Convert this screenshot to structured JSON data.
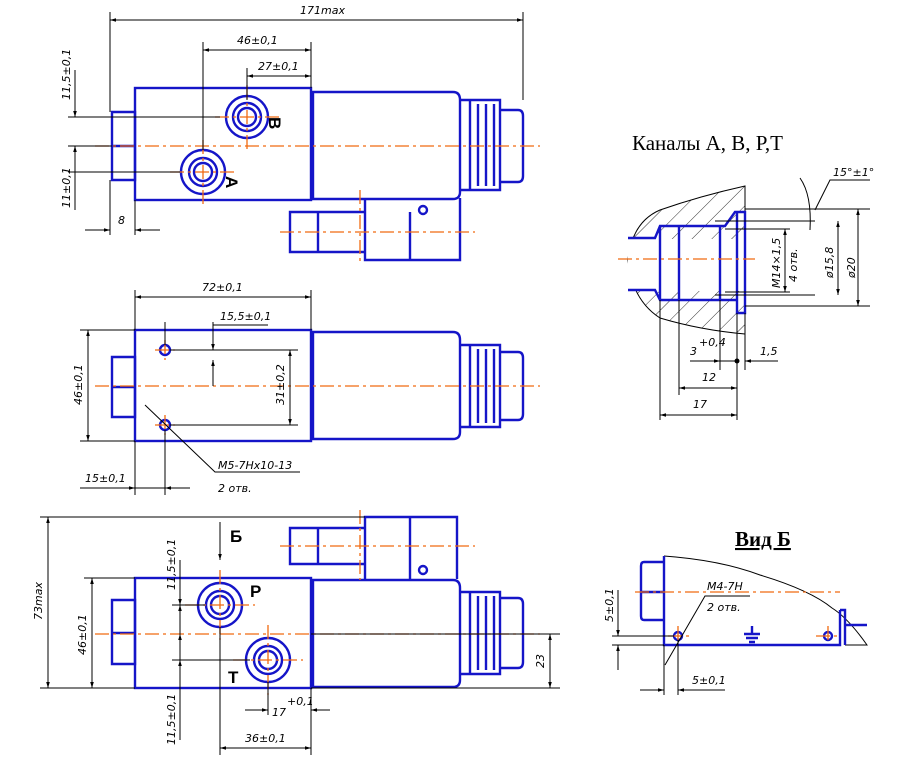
{
  "view_top": {
    "dims": {
      "overall": "171max",
      "d46": "46±0,1",
      "d27": "27±0,1",
      "d11_5": "11,5±0,1",
      "d11": "11±0,1",
      "d8": "8"
    },
    "ports": {
      "b": "В",
      "a": "А"
    }
  },
  "view_middle": {
    "dims": {
      "d72": "72±0,1",
      "d15_5": "15,5±0,1",
      "d46": "46±0,1",
      "d31": "31±0,2",
      "d15": "15±0,1"
    },
    "thread_note": {
      "line1": "M5-7Hx10-13",
      "line2": "2 отв."
    }
  },
  "view_bottom": {
    "dims": {
      "d73": "73max",
      "d46": "46±0,1",
      "d23": "23",
      "d11_5_top": "11,5±0,1",
      "d11_5_bottom": "11,5±0,1",
      "d17": "17",
      "d17_tol": "+0,1",
      "d36": "36±0,1"
    },
    "ports": {
      "p": "P",
      "t": "T"
    },
    "view_arrow": "Б"
  },
  "section": {
    "title": "Каналы А, В, Р,Т",
    "dims": {
      "angle": "15°±1°",
      "thread": "M14×1,5",
      "thread_count": "4 отв.",
      "d15_8": "ø15,8",
      "d20": "ø20",
      "d3": "3",
      "d3_tol": "+0,4",
      "d1_5": "1,5",
      "d12": "12",
      "d17": "17"
    }
  },
  "view_b": {
    "title": "Вид Б",
    "thread_note": {
      "line1": "M4-7H",
      "line2": "2 отв."
    },
    "dims": {
      "d5_v": "5±0,1",
      "d5_h": "5±0,1"
    }
  }
}
